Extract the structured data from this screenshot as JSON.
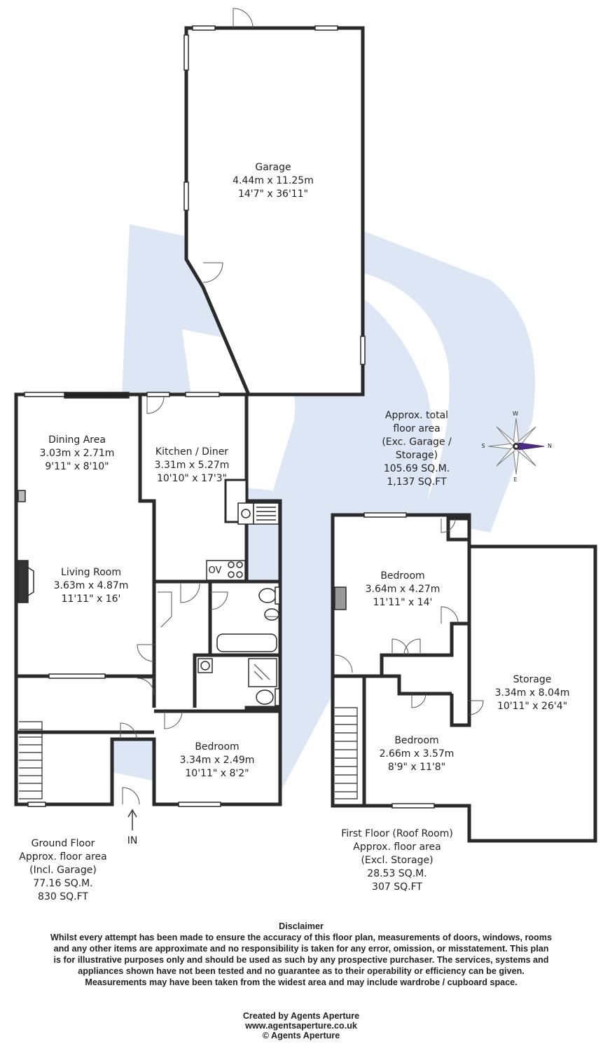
{
  "colors": {
    "wall": "#2a2a2a",
    "fill": "#ffffff",
    "watermark": "#dde6f4",
    "compass_accent": "#4b2a86"
  },
  "garage": {
    "name": "Garage",
    "metric": "4.44m x 11.25m",
    "imperial": "14'7\" x 36'11\""
  },
  "dining_area": {
    "name": "Dining Area",
    "metric": "3.03m x 2.71m",
    "imperial": "9'11\" x 8'10\""
  },
  "kitchen": {
    "name": "Kitchen / Diner",
    "metric": "3.31m x 5.27m",
    "imperial": "10'10\" x 17'3\""
  },
  "living_room": {
    "name": "Living Room",
    "metric": "3.63m x 4.87m",
    "imperial": "11'11\" x 16'"
  },
  "ground_bedroom": {
    "name": "Bedroom",
    "metric": "3.34m x 2.49m",
    "imperial": "10'11\" x 8'2\""
  },
  "first_bedroom_1": {
    "name": "Bedroom",
    "metric": "3.64m x 4.27m",
    "imperial": "11'11\" x 14'"
  },
  "first_bedroom_2": {
    "name": "Bedroom",
    "metric": "2.66m x 3.57m",
    "imperial": "8'9\" x 11'8\""
  },
  "storage": {
    "name": "Storage",
    "metric": "3.34m x 8.04m",
    "imperial": "10'11\" x 26'4\""
  },
  "oven_label": "OV",
  "entrance_label": "IN",
  "compass": {
    "w": "W",
    "n": "N",
    "s": "S",
    "e": "E"
  },
  "total_area": {
    "lines": [
      "Approx. total",
      "floor area",
      "(Exc. Garage /",
      "Storage)",
      "105.69 SQ.M.",
      "1,137 SQ.FT"
    ]
  },
  "ground_floor": {
    "lines": [
      "Ground Floor",
      "Approx. floor area",
      "(Incl. Garage)",
      "77.16 SQ.M.",
      "830 SQ.FT"
    ]
  },
  "first_floor": {
    "lines": [
      "First Floor (Roof Room)",
      "Approx. floor area",
      "(Excl. Storage)",
      "28.53 SQ.M.",
      "307 SQ.FT"
    ]
  },
  "disclaimer": {
    "title": "Disclaimer",
    "body": "Whilst every attempt has been made to ensure the accuracy of this floor plan, measurements of doors, windows, rooms and any other items are approximate and no responsibility is taken for any error, omission, or misstatement. This plan is for illustrative purposes only and should be used as such by any prospective purchaser. The services, systems and appliances shown have not been tested and no guarantee as to their operability or efficiency can be given. Measurements may have been taken from the widest area and may include wardrobe / cupboard space."
  },
  "credits": {
    "line1": "Created by Agents Aperture",
    "line2": "www.agentsaperture.co.uk",
    "line3": "© Agents Aperture"
  }
}
